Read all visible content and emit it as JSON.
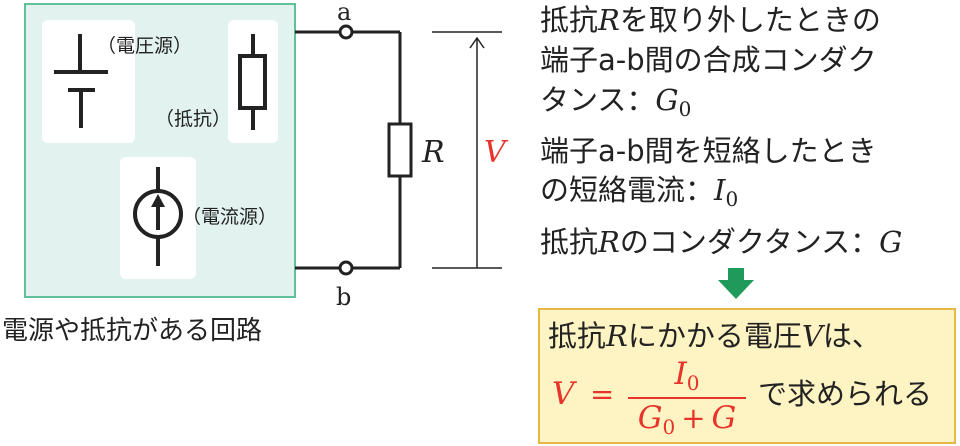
{
  "colors": {
    "panel_fill": "#e2f3ef",
    "panel_border": "#5fc09a",
    "wire": "#222222",
    "red": "#e8332a",
    "green_arrow": "#1f9a5b",
    "result_fill": "#fdf3c3",
    "result_border": "#e6b84a"
  },
  "circuit": {
    "voltage_source_label": "（電圧源）",
    "resistor_label": "（抵抗）",
    "current_source_label": "（電流源）",
    "caption": "電源や抵抗がある回路",
    "terminal_a": "a",
    "terminal_b": "b",
    "resistor_R": "R",
    "voltage_V": "V"
  },
  "text": {
    "line1_a": "抵抗",
    "line1_R": "R",
    "line1_b": "を取り外したときの",
    "line2": "端子a-b間の合成コンダク",
    "line3_a": "タンス：",
    "line3_G": "G",
    "line3_sub": "0",
    "line4": "端子a-b間を短絡したとき",
    "line5_a": "の短絡電流：",
    "line5_I": "I",
    "line5_sub": "0",
    "line6_a": "抵抗",
    "line6_R": "R",
    "line6_b": "のコンダクタンス：",
    "line6_G": "G"
  },
  "result": {
    "line1_a": "抵抗",
    "line1_R": "R",
    "line1_b": "にかかる電圧",
    "line1_V": "V",
    "line1_c": "は、",
    "lhs_V": "V",
    "equals": "=",
    "num_I": "I",
    "num_sub": "0",
    "den_G": "G",
    "den_sub": "0",
    "den_plus": "+",
    "den_G2": "G",
    "tail": "で求められる"
  }
}
